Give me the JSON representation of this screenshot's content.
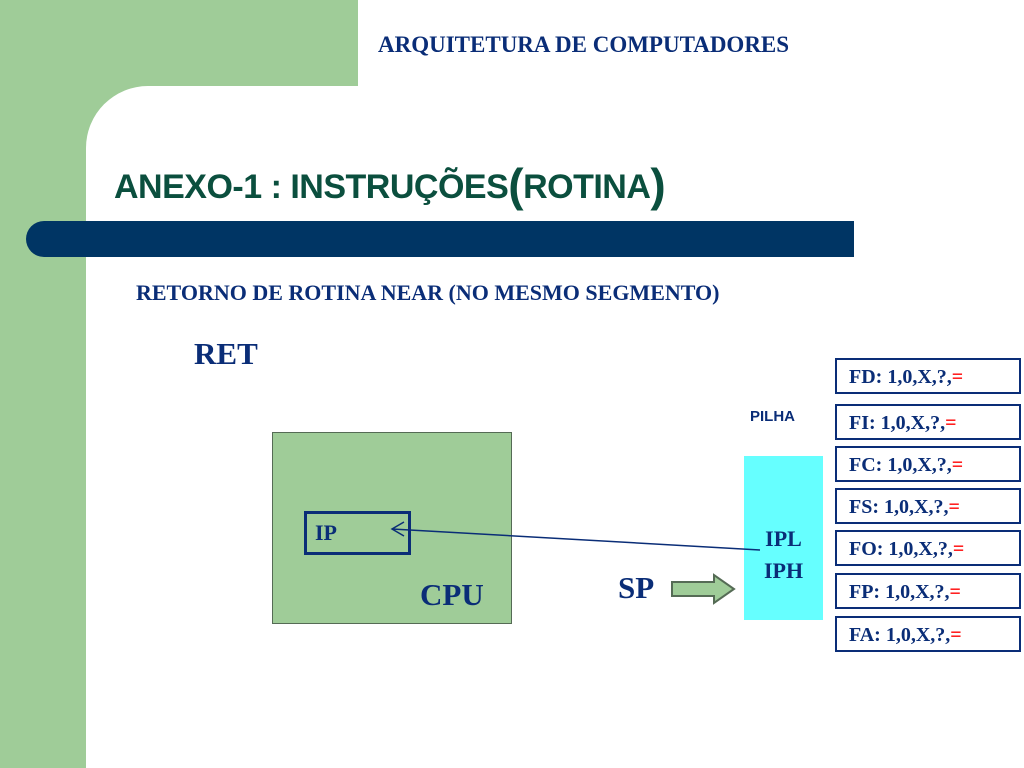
{
  "header": {
    "course_title": "ARQUITETURA DE COMPUTADORES",
    "slide_title_main": "ANEXO-1 : INSTRUÇÕES",
    "slide_title_open": "(",
    "slide_title_inner": "ROTINA",
    "slide_title_close": ")"
  },
  "content": {
    "subtitle": "RETORNO DE ROTINA NEAR (NO MESMO SEGMENTO)",
    "instruction": "RET"
  },
  "diagram": {
    "cpu_label": "CPU",
    "ip_label": "IP",
    "stack_label": "PILHA",
    "stack_entries": [
      "IPL",
      "IPH"
    ],
    "sp_label": "SP"
  },
  "flags": [
    {
      "text": "FD: 1,0,X,?,",
      "eq": "="
    },
    {
      "text": "FI: 1,0,X,?,",
      "eq": "="
    },
    {
      "text": "FC: 1,0,X,?,",
      "eq": "="
    },
    {
      "text": "FS: 1,0,X,?,",
      "eq": "="
    },
    {
      "text": "FO: 1,0,X,?,",
      "eq": "="
    },
    {
      "text": "FP: 1,0,X,?,",
      "eq": "="
    },
    {
      "text": "FA: 1,0,X,?,",
      "eq": "="
    }
  ],
  "colors": {
    "background_green": "#9fcc98",
    "title_bar": "#003564",
    "text_blue": "#0a2d77",
    "title_green": "#0b4f3e",
    "stack_cyan": "#66ffff",
    "equals_red": "#ff0000"
  }
}
